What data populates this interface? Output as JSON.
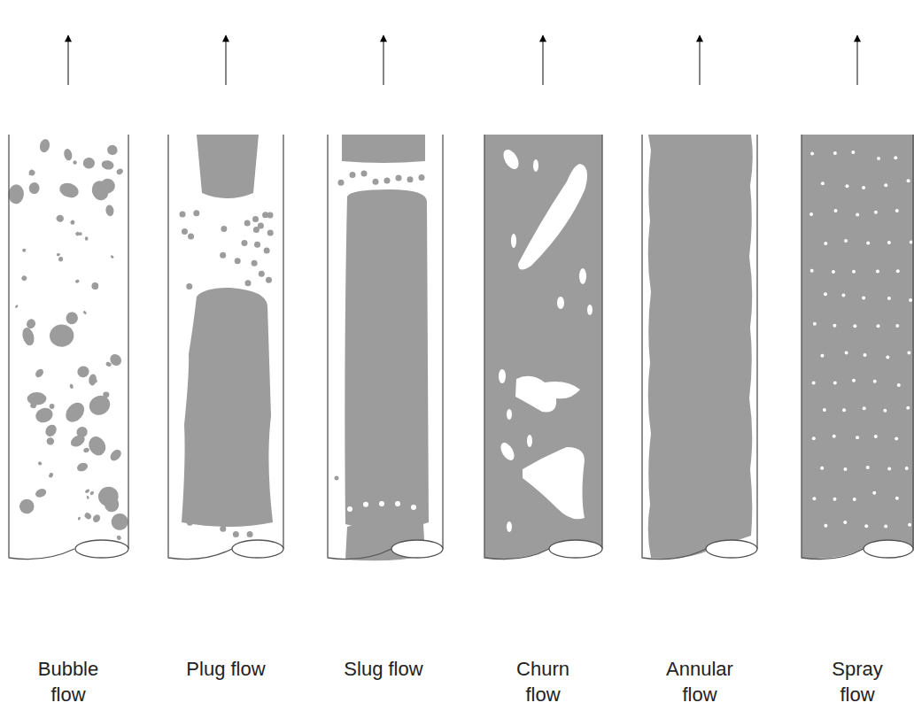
{
  "diagram": {
    "labels": [
      "Bubble flow",
      "Plug flow",
      "Slug flow",
      "Churn flow",
      "Annular flow",
      "Spray flow"
    ]
  }
}
